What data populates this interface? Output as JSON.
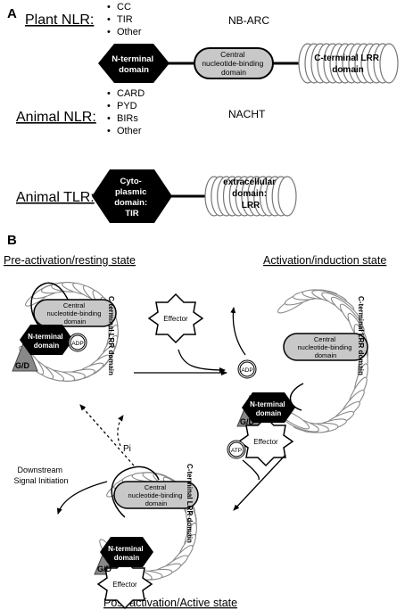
{
  "panel_a": {
    "label": "A",
    "plant_nlr": {
      "title": "Plant NLR:",
      "n_domains": [
        "CC",
        "TIR",
        "Other"
      ],
      "nb_name": "NB-ARC",
      "n_terminal": [
        "N-terminal",
        "domain"
      ],
      "central": [
        "Central",
        "nucleotide-binding",
        "domain"
      ],
      "c_terminal": [
        "C-terminal LRR",
        "domain"
      ]
    },
    "animal_nlr": {
      "title": "Animal NLR:",
      "n_domains": [
        "CARD",
        "PYD",
        "BIRs",
        "Other"
      ],
      "nb_name": "NACHT"
    },
    "animal_tlr": {
      "title": "Animal TLR:",
      "cyto": [
        "Cyto-",
        "plasmic",
        "domain:",
        "TIR"
      ],
      "extra": [
        "extracellular",
        "domain:",
        "LRR"
      ]
    }
  },
  "panel_b": {
    "label": "B",
    "states": {
      "resting": "Pre-activation/resting state",
      "activation": "Activation/induction state",
      "active": "Post-activation/Active state"
    },
    "effector": "Effector",
    "adp": "ADP",
    "atp": "ATP",
    "pi": "Pi",
    "gd": "G/D",
    "downstream": [
      "Downstream",
      "Signal Initiation"
    ],
    "n_terminal": [
      "N-terminal",
      "domain"
    ],
    "central": [
      "Central",
      "nucleotide-binding",
      "domain"
    ],
    "lrr_label": "C-terminal LRR domain"
  }
}
